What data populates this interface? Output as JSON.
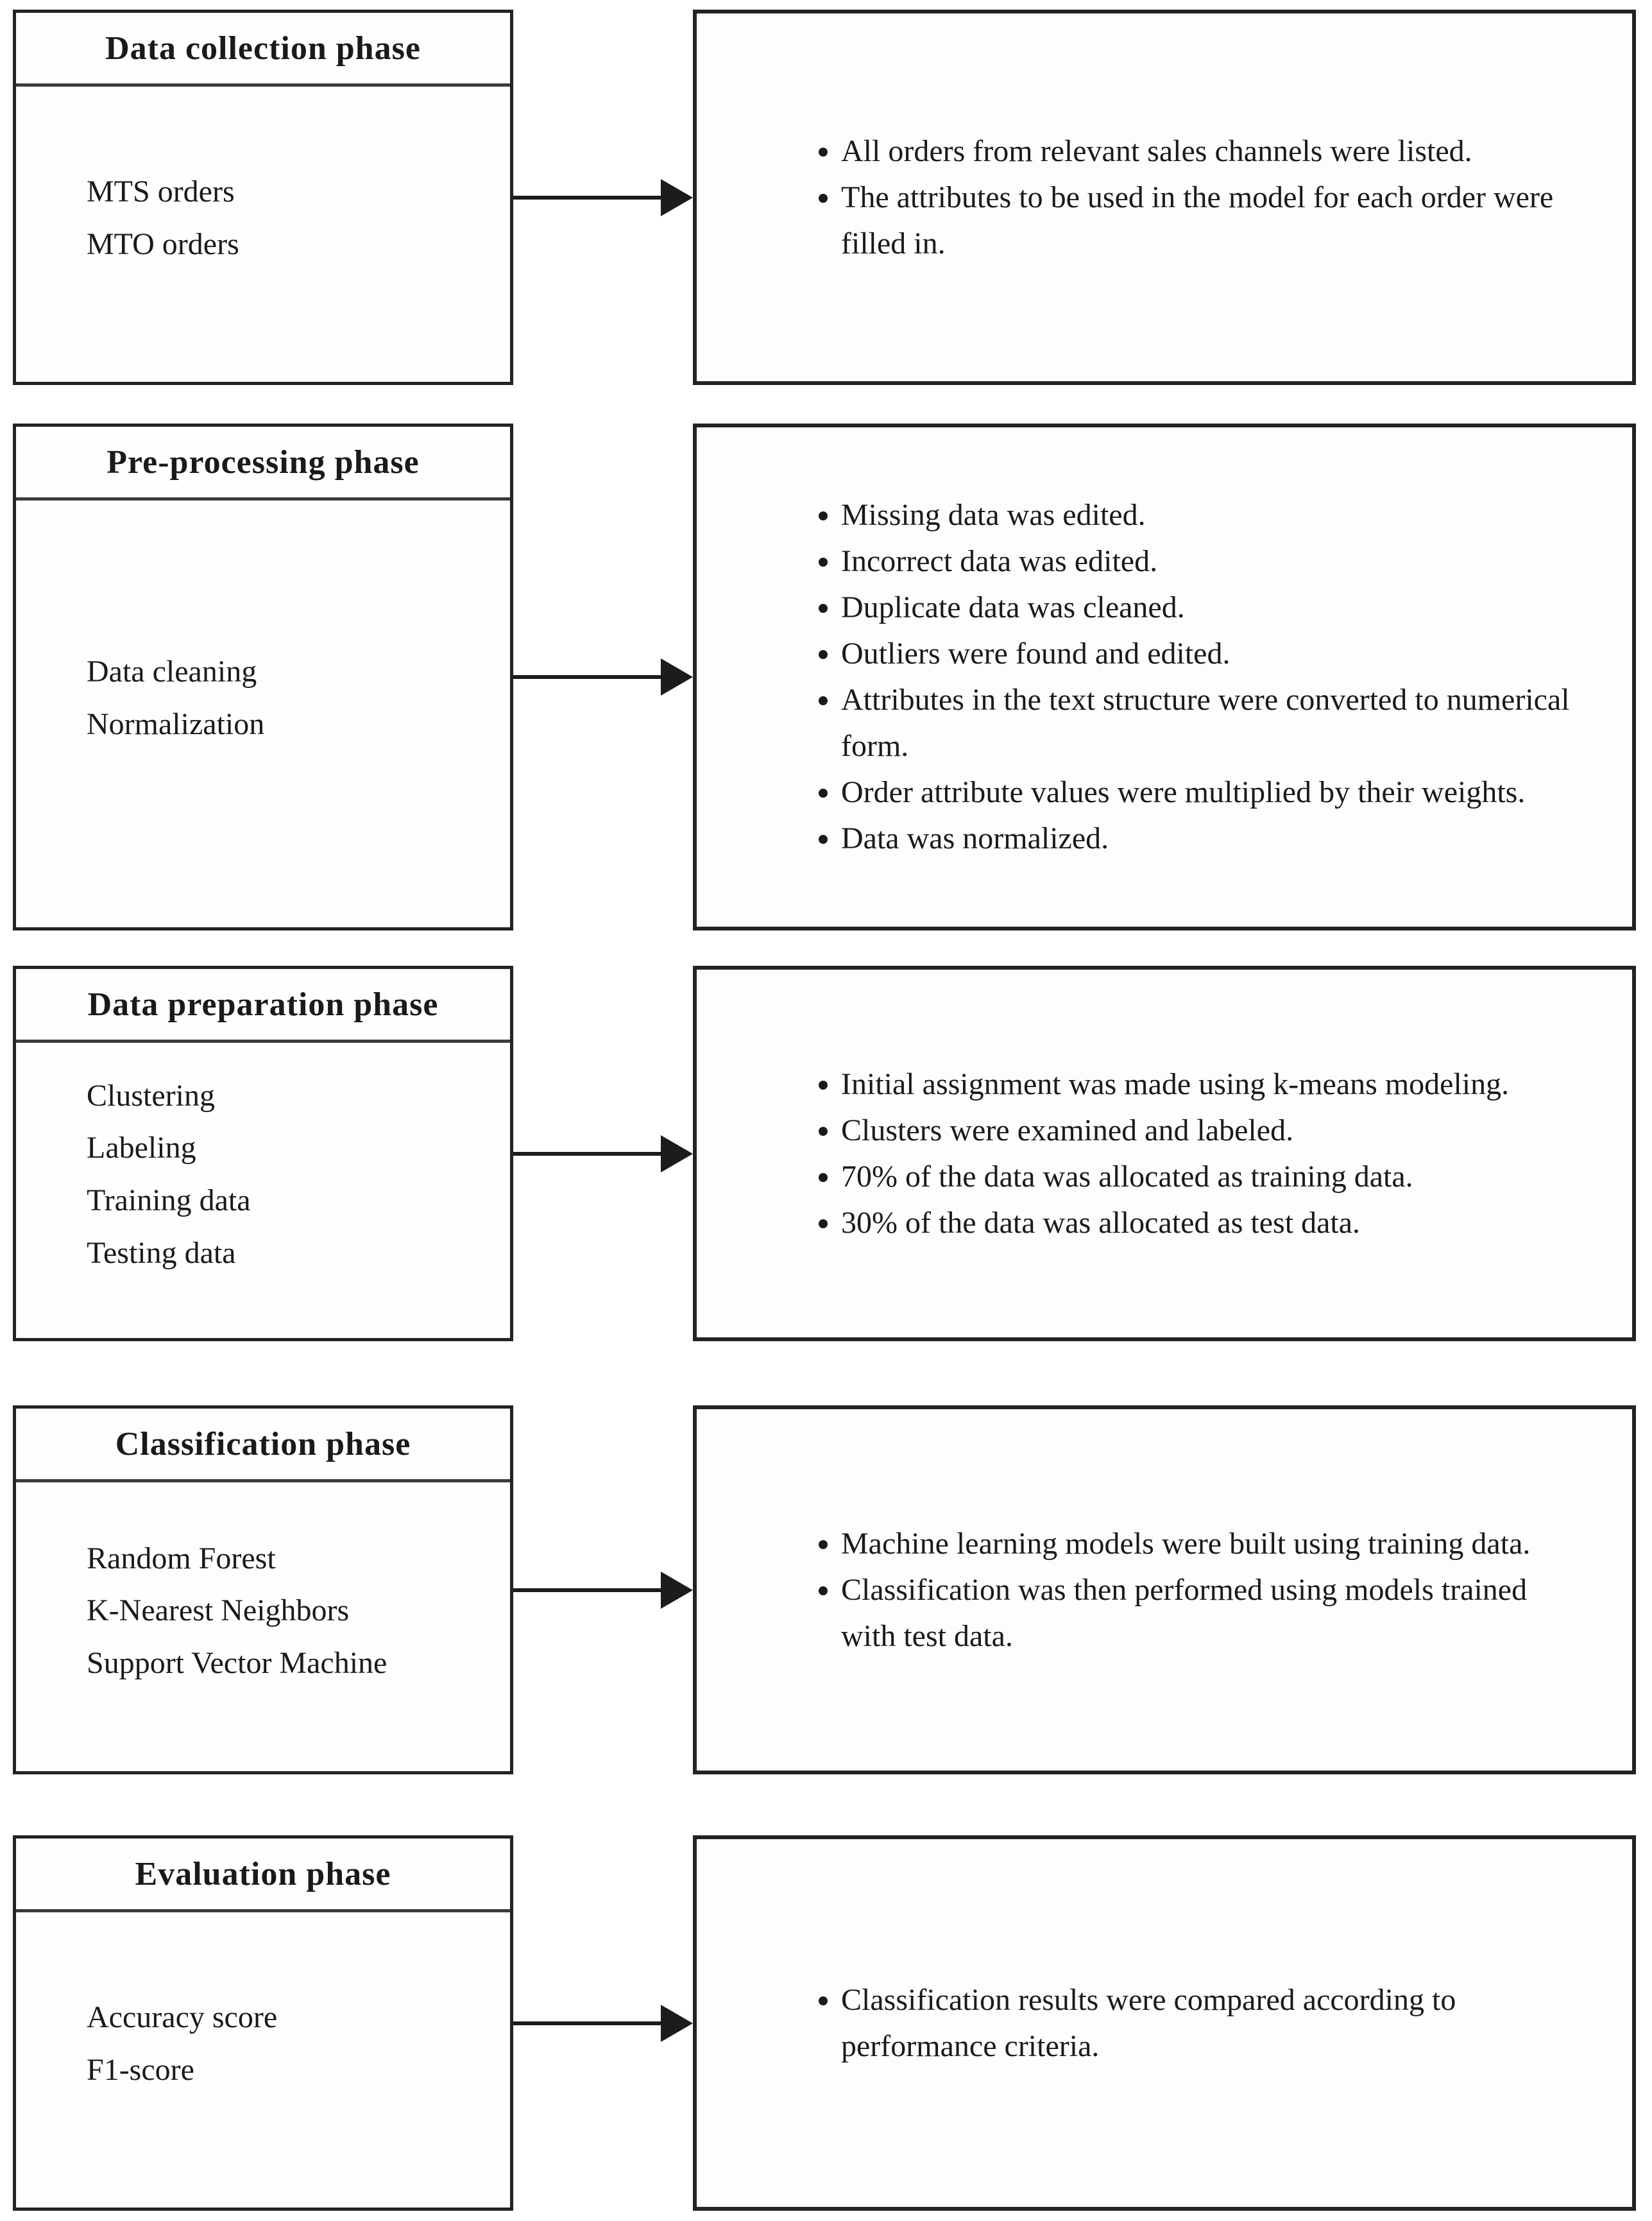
{
  "figure": {
    "type": "methodology-flow-diagram",
    "colors": {
      "box_border": "#232323",
      "text": "#1a1a1a",
      "arrow": "#1c1c1c",
      "background": "#ffffff"
    }
  },
  "phases": [
    {
      "title": "Data collection phase",
      "items": [
        "MTS orders",
        "MTO orders"
      ],
      "bullets": [
        "All orders from relevant sales channels were listed.",
        "The attributes to be used in the model for each order were filled in."
      ]
    },
    {
      "title": "Pre-processing phase",
      "items": [
        "Data cleaning",
        "Normalization"
      ],
      "bullets": [
        "Missing data was edited.",
        "Incorrect data was edited.",
        "Duplicate data was cleaned.",
        "Outliers were found and edited.",
        "Attributes in the text structure were converted to numerical form.",
        "Order attribute values were multiplied by their weights.",
        "Data was normalized."
      ]
    },
    {
      "title": "Data preparation phase",
      "items": [
        "Clustering",
        "Labeling",
        "Training data",
        "Testing data"
      ],
      "bullets": [
        "Initial assignment was made using k-means modeling.",
        "Clusters were examined and labeled.",
        "70% of the data was allocated as training data.",
        "30% of the data was allocated as test data."
      ]
    },
    {
      "title": "Classification phase",
      "items": [
        "Random Forest",
        "K-Nearest Neighbors",
        "Support Vector Machine"
      ],
      "bullets": [
        "Machine learning models were built using training data.",
        "Classification was then performed using models trained with test data."
      ]
    },
    {
      "title": "Evaluation phase",
      "items": [
        "Accuracy score",
        "F1-score"
      ],
      "bullets": [
        "Classification results were compared according to performance criteria."
      ]
    }
  ]
}
